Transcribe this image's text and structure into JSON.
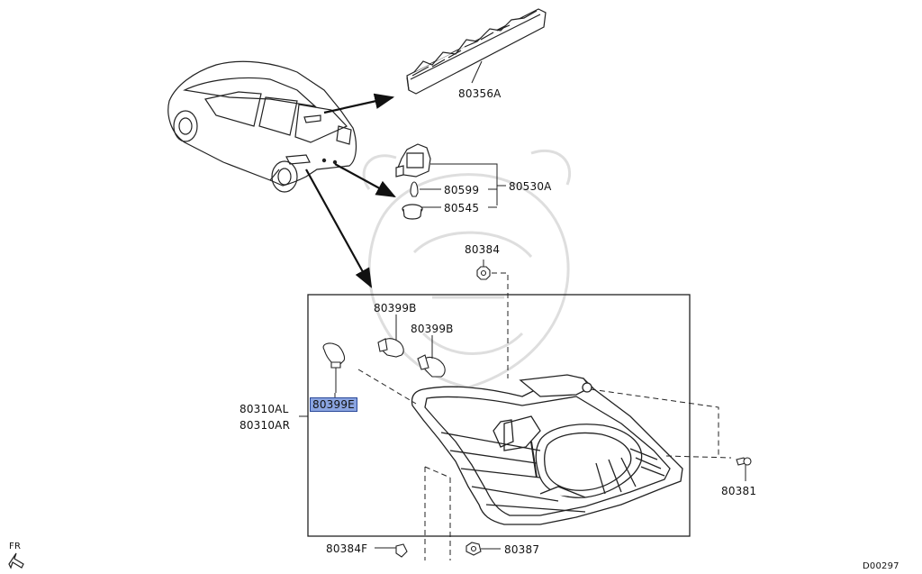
{
  "diagram": {
    "part_labels": {
      "p80356A": "80356A",
      "p80599": "80599",
      "p80545": "80545",
      "p80530A": "80530A",
      "p80384": "80384",
      "p80399B_1": "80399B",
      "p80399B_2": "80399B",
      "p80399E": "80399E",
      "p80310AL": "80310AL",
      "p80310AR": "80310AR",
      "p80381": "80381",
      "p80384F": "80384F",
      "p80387": "80387"
    },
    "direction_label": "FR",
    "diagram_code": "D00297",
    "highlighted_part": "80399E"
  },
  "colors": {
    "line": "#222222",
    "highlight_fill": "#8aa4e0",
    "highlight_border": "#2b4a9a",
    "watermark": "#d8d8d8"
  }
}
